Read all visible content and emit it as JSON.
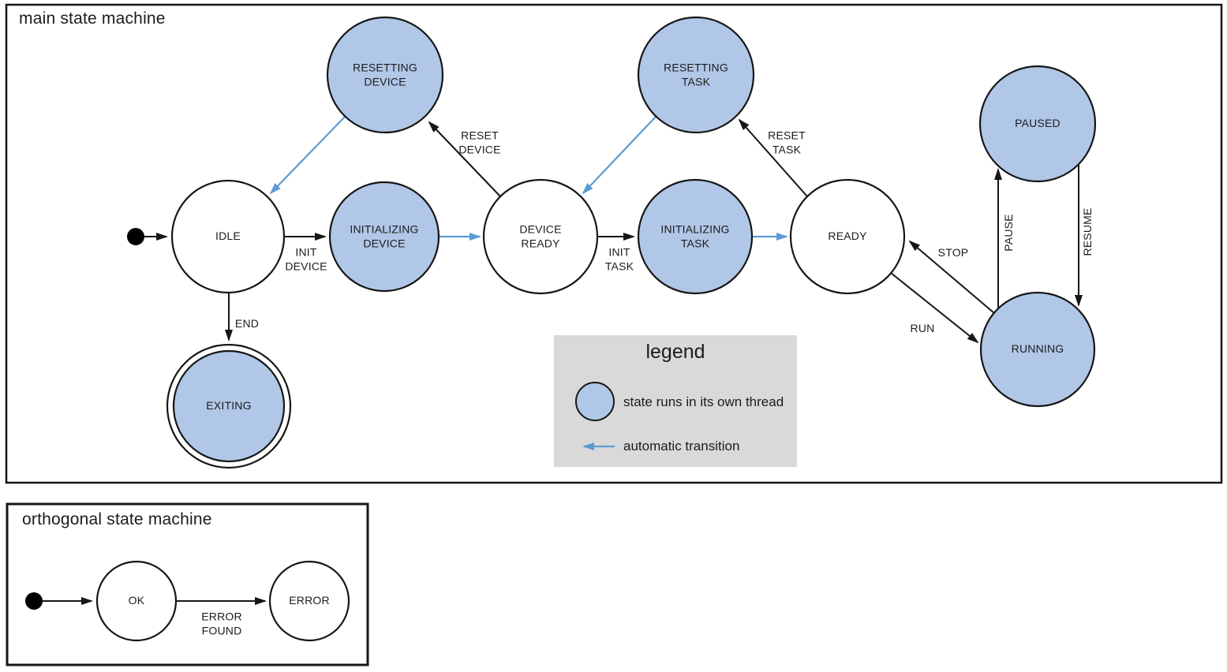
{
  "colors": {
    "state_fill": "#b1c7e7",
    "auto_arrow": "#5b9bd5",
    "legend_bg": "#d9d9d9"
  },
  "main_machine": {
    "title": "main state machine",
    "states": {
      "idle": "IDLE",
      "resetting_device": "RESETTING\nDEVICE",
      "initializing_device": "INITIALIZING\nDEVICE",
      "device_ready": "DEVICE\nREADY",
      "resetting_task": "RESETTING\nTASK",
      "initializing_task": "INITIALIZING\nTASK",
      "ready": "READY",
      "paused": "PAUSED",
      "running": "RUNNING",
      "exiting": "EXITING"
    },
    "transitions": {
      "init_device": "INIT\nDEVICE",
      "reset_device": "RESET\nDEVICE",
      "init_task": "INIT\nTASK",
      "reset_task": "RESET\nTASK",
      "end": "END",
      "run": "RUN",
      "stop": "STOP",
      "pause": "PAUSE",
      "resume": "RESUME"
    }
  },
  "legend": {
    "title": "legend",
    "thread_label": "state runs in its own thread",
    "auto_label": "automatic transition"
  },
  "orthogonal_machine": {
    "title": "orthogonal state machine",
    "states": {
      "ok": "OK",
      "error": "ERROR"
    },
    "transitions": {
      "error_found": "ERROR\nFOUND"
    }
  }
}
